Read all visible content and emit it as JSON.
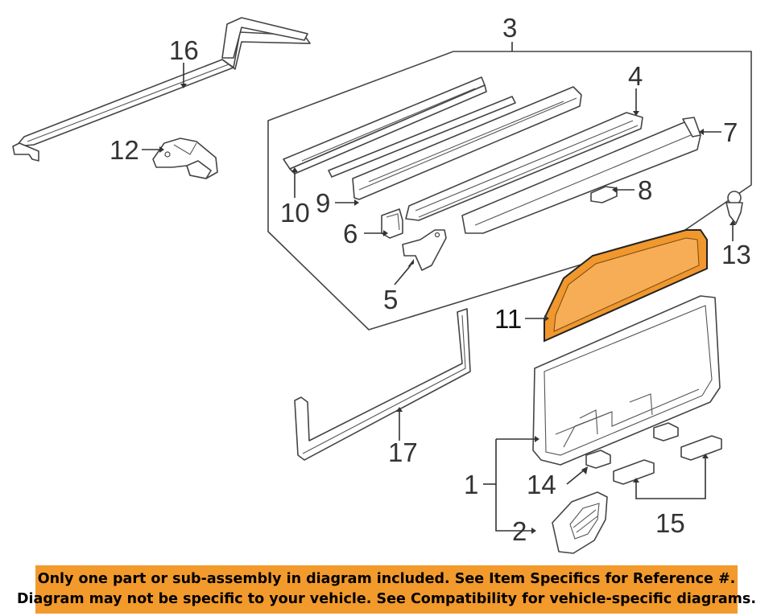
{
  "callouts": {
    "c1": "1",
    "c2": "2",
    "c3": "3",
    "c4": "4",
    "c5": "5",
    "c6": "6",
    "c7": "7",
    "c8": "8",
    "c9": "9",
    "c10": "10",
    "c11": "11",
    "c12": "12",
    "c13": "13",
    "c14": "14",
    "c15": "15",
    "c16": "16",
    "c17": "17"
  },
  "highlighted_part": "11",
  "colors": {
    "highlight": "#f0972d",
    "banner": "#f39a2c",
    "line": "#444444"
  },
  "disclaimer": {
    "line1": "Only one part or sub-assembly in diagram included. See Item Specifics for Reference #.",
    "line2": "Diagram may not be specific to your vehicle. See Compatibility for vehicle-specific diagrams."
  }
}
